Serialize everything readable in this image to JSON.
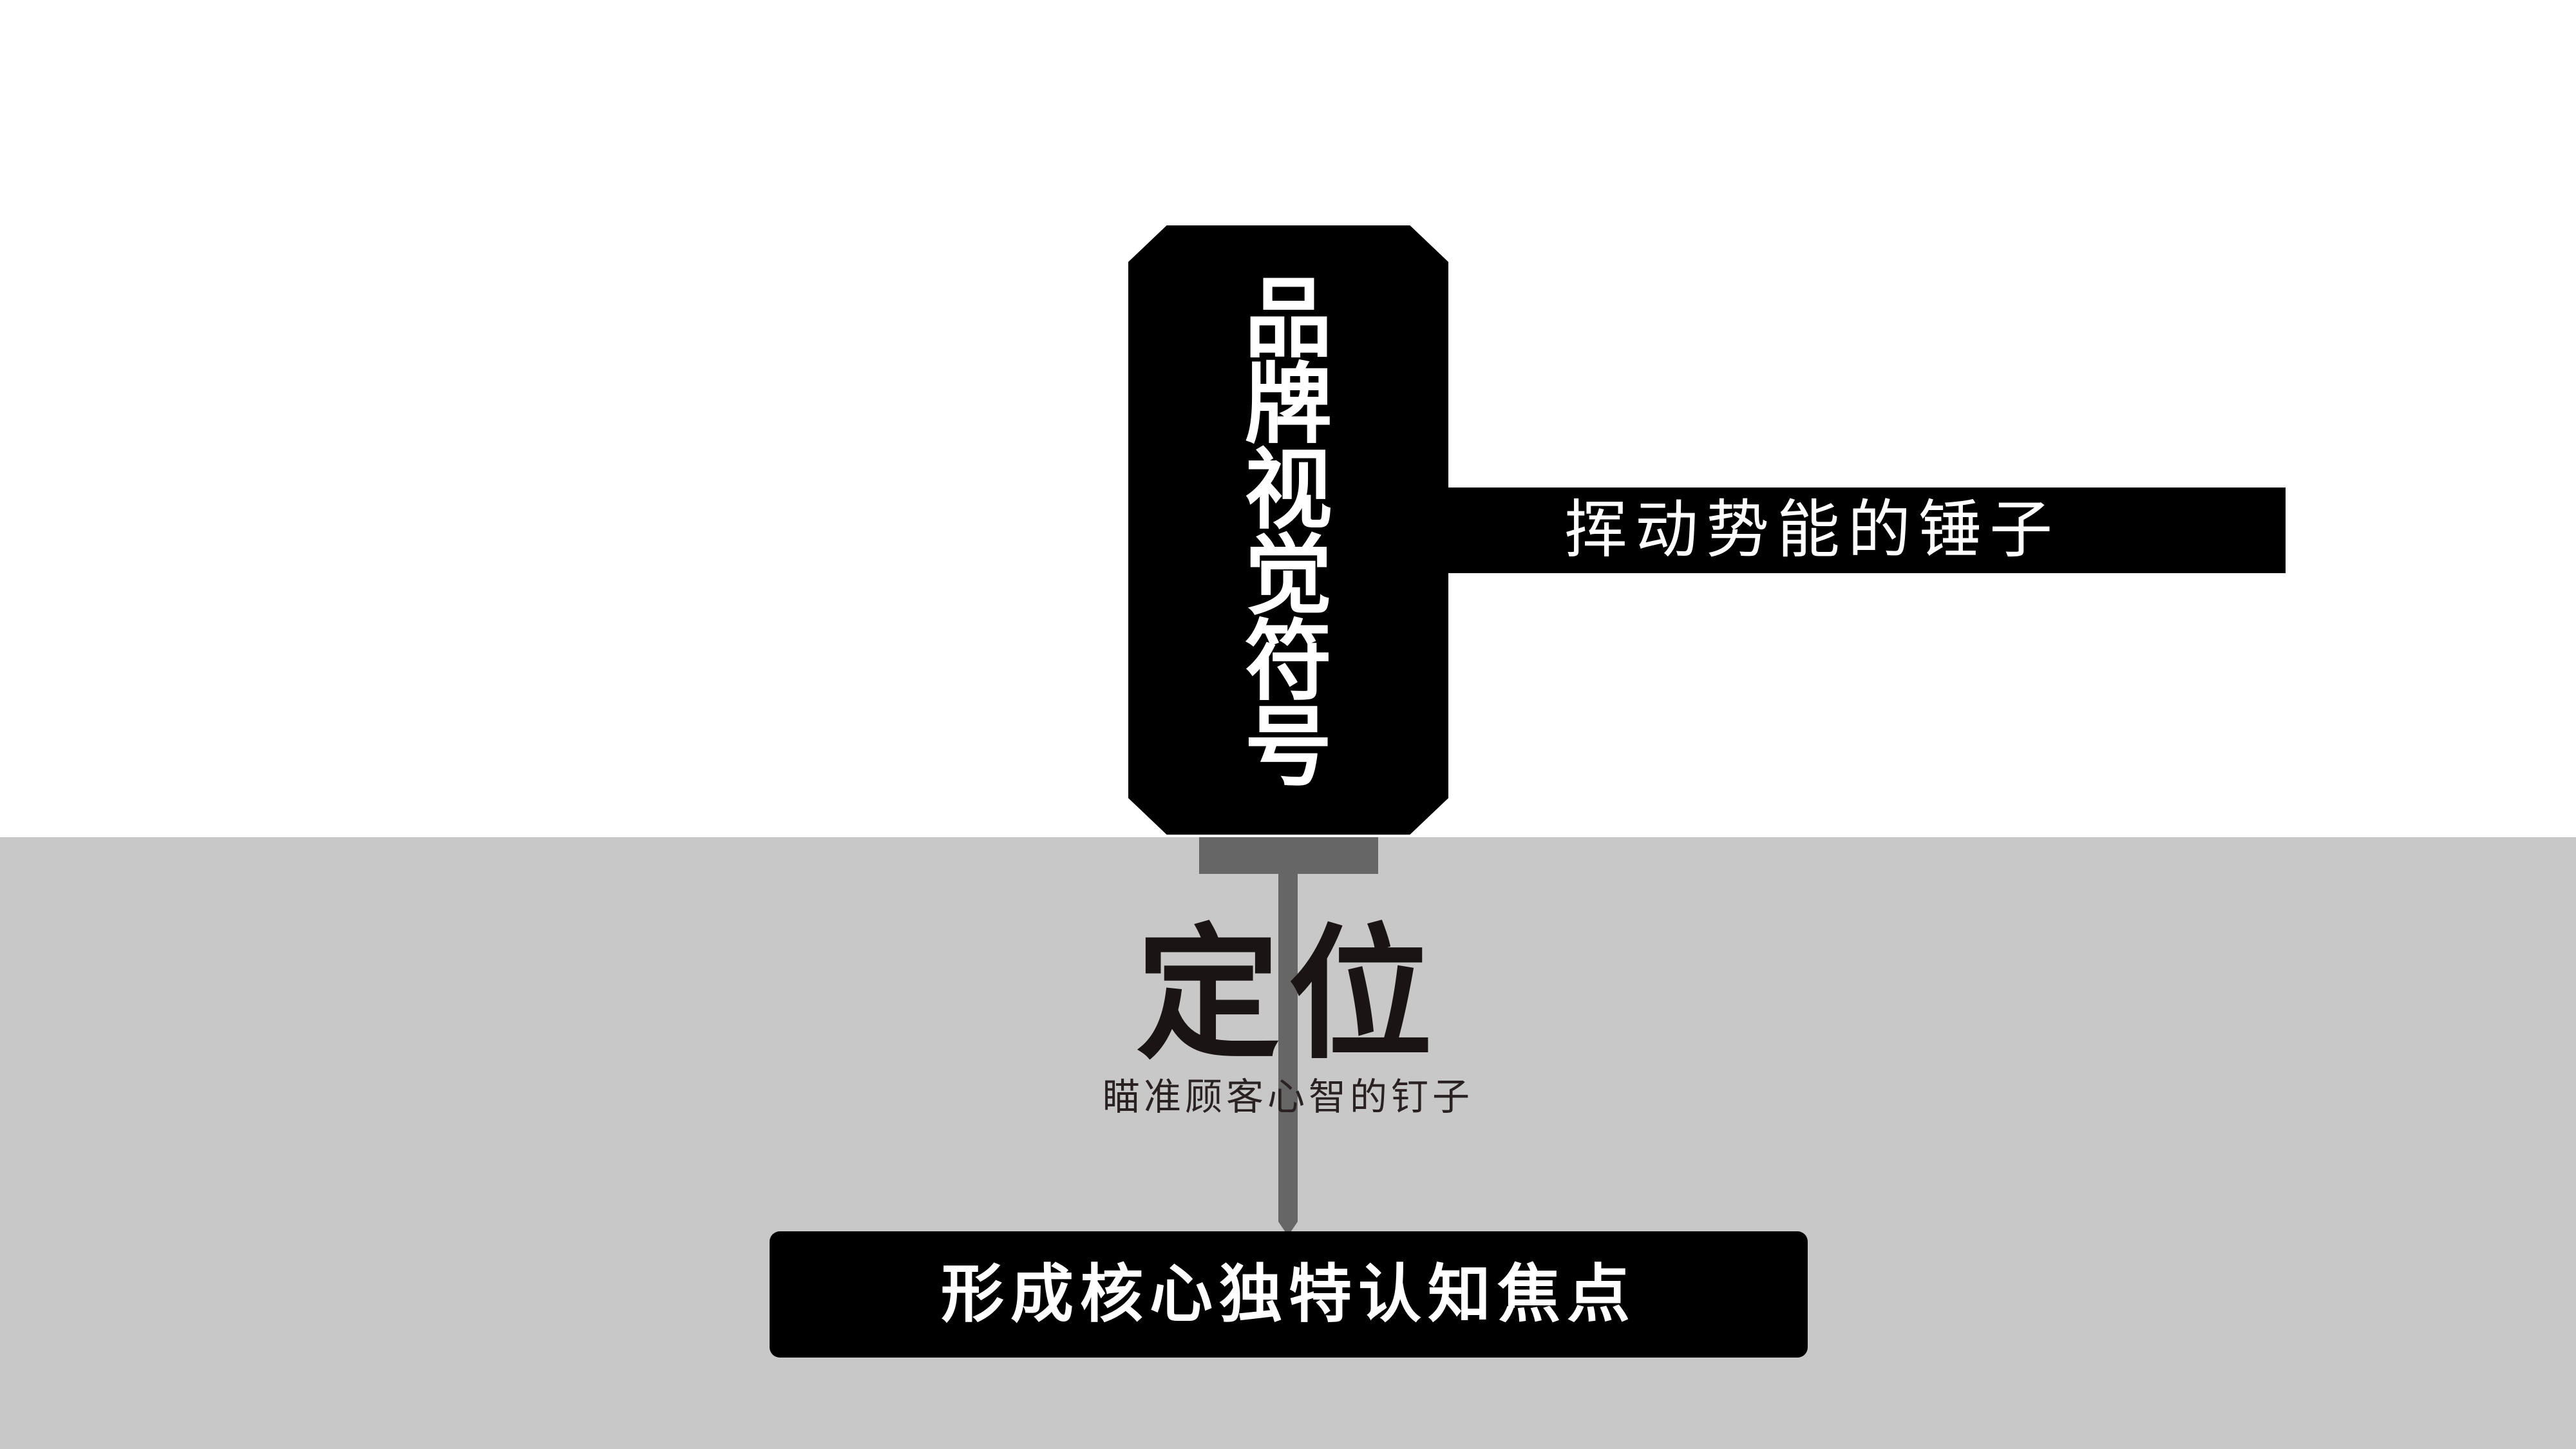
{
  "hammer": {
    "head_label_chars": [
      "品",
      "牌",
      "视",
      "觉",
      "符",
      "号"
    ],
    "handle_label": "挥动势能的锤子"
  },
  "nail": {
    "title": "定位",
    "subtitle": "瞄准顾客心智的钉子"
  },
  "focus_bar": {
    "label": "形成核心独特认知焦点"
  },
  "colors": {
    "background": "#ffffff",
    "ground": "#c8c8c8",
    "hammer": "#000000",
    "nail": "#666666",
    "title_text": "#1a1414",
    "inverse_text": "#ffffff"
  }
}
